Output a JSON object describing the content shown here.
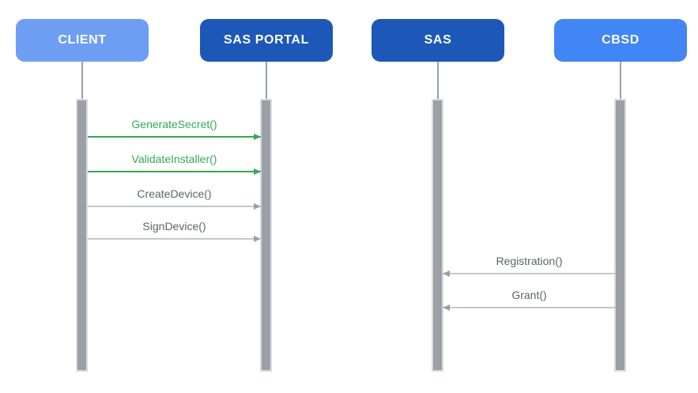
{
  "diagram": {
    "type": "sequence-diagram",
    "actors": [
      {
        "id": "client",
        "label": "CLIENT",
        "color": "#6d9ef4"
      },
      {
        "id": "sas-portal",
        "label": "SAS PORTAL",
        "color": "#1d58b8"
      },
      {
        "id": "sas",
        "label": "SAS",
        "color": "#1d58b8"
      },
      {
        "id": "cbsd",
        "label": "CBSD",
        "color": "#4285f4"
      }
    ],
    "messages": [
      {
        "label": "GenerateSecret()",
        "from": "CLIENT",
        "to": "SAS PORTAL",
        "direction": "right",
        "color": "#34a853"
      },
      {
        "label": "ValidateInstaller()",
        "from": "CLIENT",
        "to": "SAS PORTAL",
        "direction": "right",
        "color": "#34a853"
      },
      {
        "label": "CreateDevice()",
        "from": "CLIENT",
        "to": "SAS PORTAL",
        "direction": "right",
        "color": "#5f6368"
      },
      {
        "label": "SignDevice()",
        "from": "CLIENT",
        "to": "SAS PORTAL",
        "direction": "right",
        "color": "#5f6368"
      },
      {
        "label": "Registration()",
        "from": "CBSD",
        "to": "SAS",
        "direction": "left",
        "color": "#5f6368"
      },
      {
        "label": "Grant()",
        "from": "CBSD",
        "to": "SAS",
        "direction": "left",
        "color": "#5f6368"
      }
    ],
    "colors": {
      "actor_light_blue": "#6d9ef4",
      "actor_dark_blue": "#1d58b8",
      "actor_medium_blue": "#4285f4",
      "message_green": "#34a853",
      "message_gray_text": "#5f6368",
      "message_gray_line": "#c3c6ca",
      "message_gray_arrow": "#9aa0a6",
      "lifeline_gray": "#9aa0a6",
      "activation_fill": "#9aa0a6",
      "activation_border": "#d8dadd",
      "actor_text": "#ffffff",
      "background": "#ffffff"
    }
  }
}
